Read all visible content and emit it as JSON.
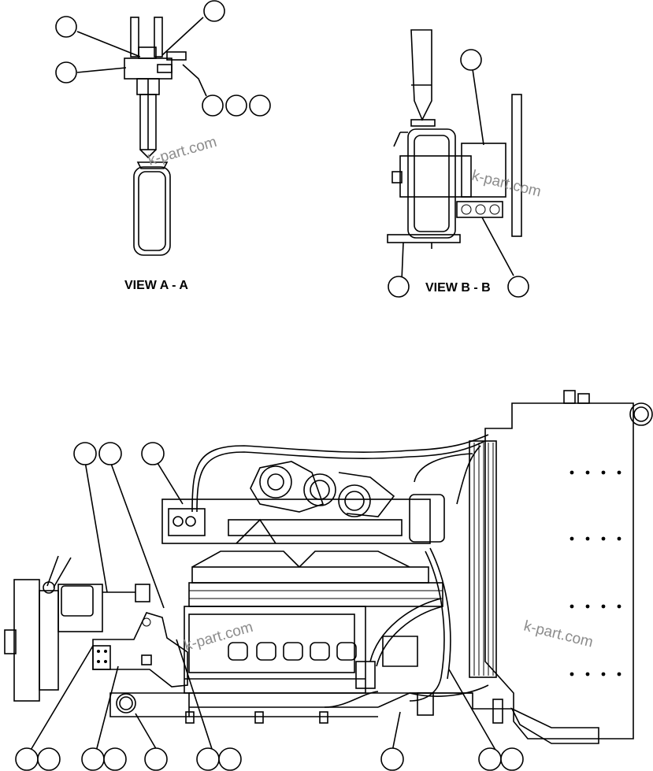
{
  "views": {
    "view_a_label": "VIEW A - A",
    "view_b_label": "VIEW B - B"
  },
  "watermark": {
    "text": "k-part.com"
  },
  "callouts": {
    "count_view_a": 6,
    "count_view_b": 3,
    "count_main": 13
  }
}
